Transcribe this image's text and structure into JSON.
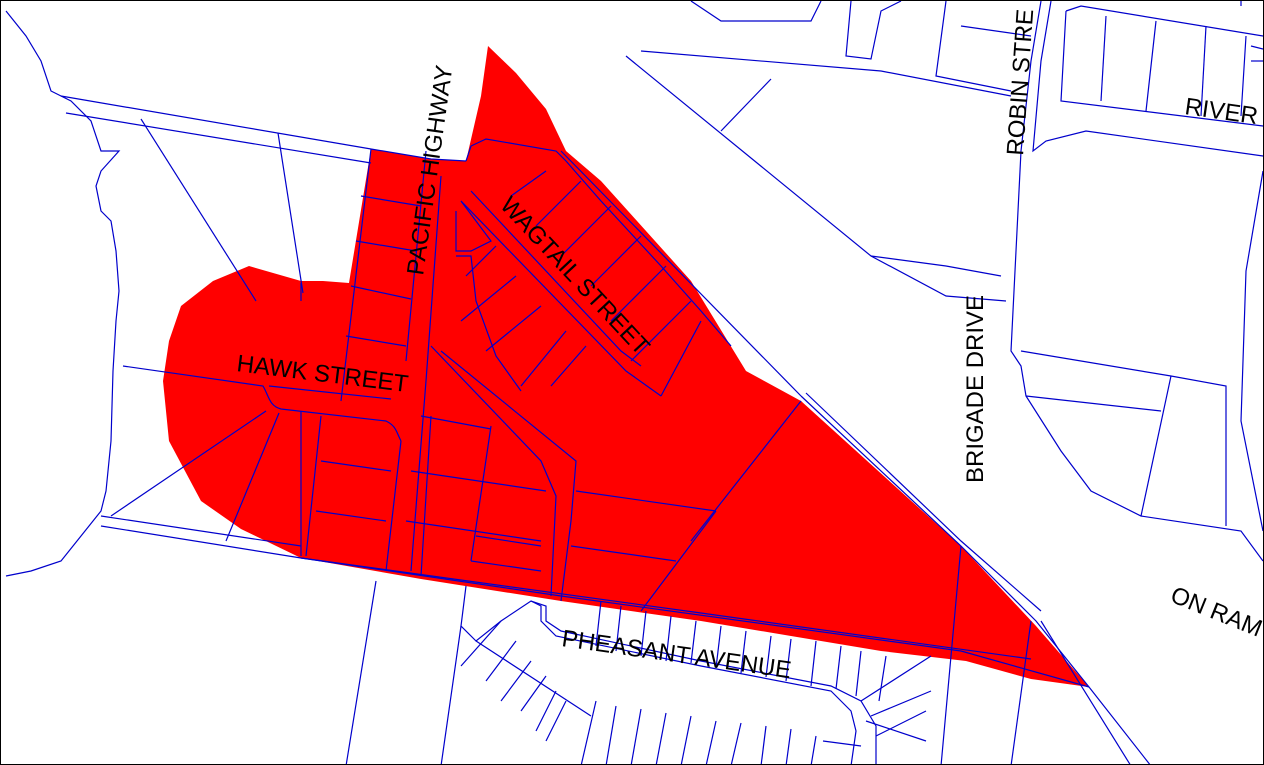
{
  "colors": {
    "background": "#ffffff",
    "parcel_lines": "#0000cc",
    "highlight_area": "#ff0000",
    "label_text": "#000000",
    "frame": "#000000"
  },
  "streets": {
    "pacific_highway": "PACIFIC HIGHWAY",
    "wagtail_street": "WAGTAIL STREET",
    "hawk_street": "HAWK STREET",
    "pheasant_avenue": "PHEASANT AVENUE",
    "brigade_drive": "BRIGADE DRIVE",
    "robin_street": "ROBIN STRE",
    "river_partial": "RIVER",
    "on_ramp_partial": "ON RAM"
  }
}
